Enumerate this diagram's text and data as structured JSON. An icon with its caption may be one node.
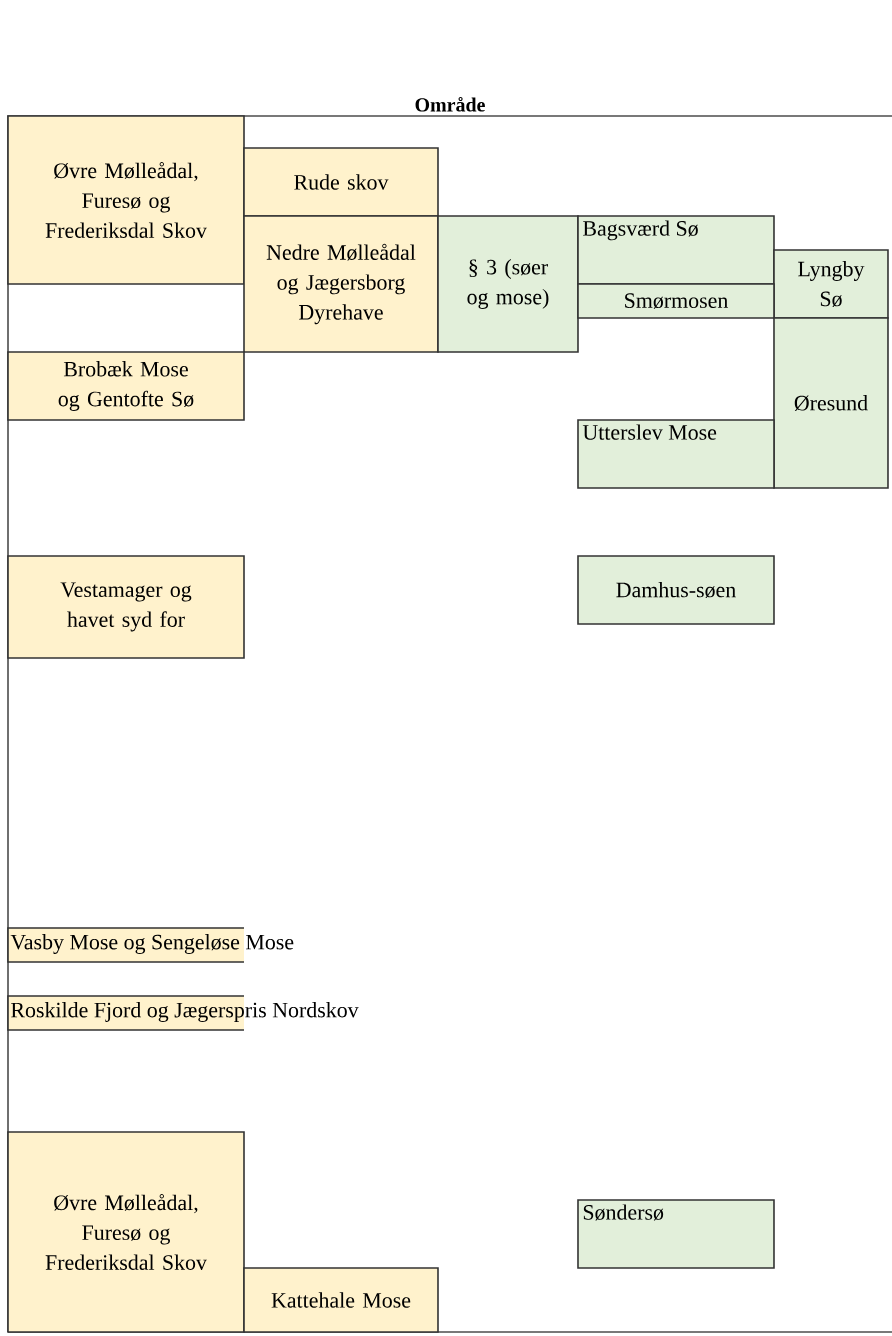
{
  "diagram": {
    "nodes": [
      {
        "text": [
          "Område"
        ]
      },
      {
        "text": [
          "Øvre Mølleådal, Furesø og Frederiksdal Skov"
        ],
        "in": 0
      },
      {
        "text": [
          "Rude skov"
        ],
        "in": 0
      },
      {
        "text": [
          "Nedre Mølleådal og Jægersborg Dyrehave"
        ],
        "in": 0
      },
      {
        "text": [
          "§ 3 (søer og mose)"
        ],
        "in": 0
      },
      {
        "text": [
          "Bagsværd Sø"
        ],
        "in": 0
      },
      {
        "text": [
          "Lyngby Sø"
        ],
        "in": 0
      },
      {
        "text": [
          "Smørmosen"
        ],
        "in": 0
      },
      {
        "text": [
          "Øresund"
        ],
        "in": 0
      },
      {
        "text": [
          "Brobæk Mose og Gentofte Sø"
        ],
        "in": 0
      },
      {
        "text": [
          "Utterslev Mose"
        ],
        "in": 0
      },
      {
        "text": [
          "Vestamager og havet syd for"
        ],
        "in": 0
      },
      {
        "text": [
          "Damhus-søen"
        ],
        "in": 0
      },
      {
        "text": [
          "Vasby Mose og Sengeløse Mose"
        ],
        "in": 0
      },
      {
        "text": [
          "Roskilde Fjord og Jægerspris Nordskov"
        ],
        "in": 0
      },
      {
        "text": [
          "Øvre Mølleådal, Furesø og Frederiksdal Skov"
        ],
        "in": 0
      },
      {
        "text": [
          "Kattehale Mose"
        ],
        "in": 0
      },
      {
        "text": [
          "Søndersø"
        ],
        "in": 0
      }
    ]
  }
}
